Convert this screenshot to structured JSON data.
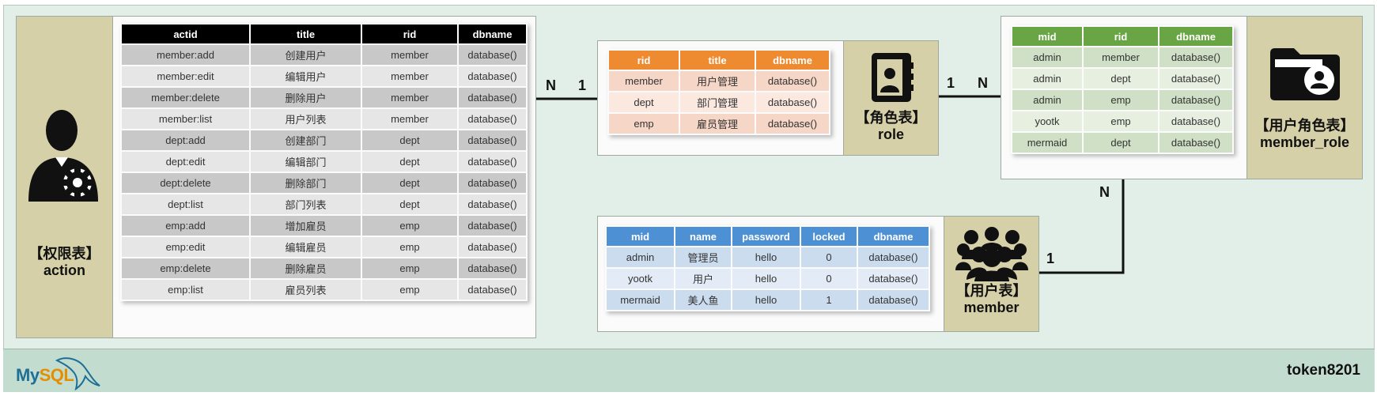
{
  "tables": {
    "action": {
      "name_cn": "【权限表】",
      "name_en": "action",
      "columns": [
        "actid",
        "title",
        "rid",
        "dbname"
      ],
      "rows": [
        [
          "member:add",
          "创建用户",
          "member",
          "database()"
        ],
        [
          "member:edit",
          "编辑用户",
          "member",
          "database()"
        ],
        [
          "member:delete",
          "删除用户",
          "member",
          "database()"
        ],
        [
          "member:list",
          "用户列表",
          "member",
          "database()"
        ],
        [
          "dept:add",
          "创建部门",
          "dept",
          "database()"
        ],
        [
          "dept:edit",
          "编辑部门",
          "dept",
          "database()"
        ],
        [
          "dept:delete",
          "删除部门",
          "dept",
          "database()"
        ],
        [
          "dept:list",
          "部门列表",
          "dept",
          "database()"
        ],
        [
          "emp:add",
          "增加雇员",
          "emp",
          "database()"
        ],
        [
          "emp:edit",
          "编辑雇员",
          "emp",
          "database()"
        ],
        [
          "emp:delete",
          "删除雇员",
          "emp",
          "database()"
        ],
        [
          "emp:list",
          "雇员列表",
          "emp",
          "database()"
        ]
      ],
      "header_color": "#000000",
      "row_colors": [
        "#c8c8c8",
        "#e6e6e6"
      ]
    },
    "role": {
      "name_cn": "【角色表】",
      "name_en": "role",
      "columns": [
        "rid",
        "title",
        "dbname"
      ],
      "rows": [
        [
          "member",
          "用户管理",
          "database()"
        ],
        [
          "dept",
          "部门管理",
          "database()"
        ],
        [
          "emp",
          "雇员管理",
          "database()"
        ]
      ],
      "header_color": "#ee8a30",
      "row_colors": [
        "#f6d6c6",
        "#fbe9e0"
      ]
    },
    "member_role": {
      "name_cn": "【用户角色表】",
      "name_en": "member_role",
      "columns": [
        "mid",
        "rid",
        "dbname"
      ],
      "rows": [
        [
          "admin",
          "member",
          "database()"
        ],
        [
          "admin",
          "dept",
          "database()"
        ],
        [
          "admin",
          "emp",
          "database()"
        ],
        [
          "yootk",
          "emp",
          "database()"
        ],
        [
          "mermaid",
          "dept",
          "database()"
        ]
      ],
      "header_color": "#6aa545",
      "row_colors": [
        "#cfe0c6",
        "#e6efe0"
      ]
    },
    "member": {
      "name_cn": "【用户表】",
      "name_en": "member",
      "columns": [
        "mid",
        "name",
        "password",
        "locked",
        "dbname"
      ],
      "rows": [
        [
          "admin",
          "管理员",
          "hello",
          "0",
          "database()"
        ],
        [
          "yootk",
          "用户",
          "hello",
          "0",
          "database()"
        ],
        [
          "mermaid",
          "美人鱼",
          "hello",
          "1",
          "database()"
        ]
      ],
      "header_color": "#4e90d4",
      "row_colors": [
        "#ccdcef",
        "#e2ebf6"
      ]
    }
  },
  "relations": {
    "action_role": {
      "left": "N",
      "right": "1"
    },
    "role_member_role": {
      "left": "1",
      "right": "N"
    },
    "member_role_member": {
      "top": "N",
      "bottom": "1"
    }
  },
  "footer": {
    "logo_a": "My",
    "logo_b": "SQL",
    "token": "token8201"
  }
}
